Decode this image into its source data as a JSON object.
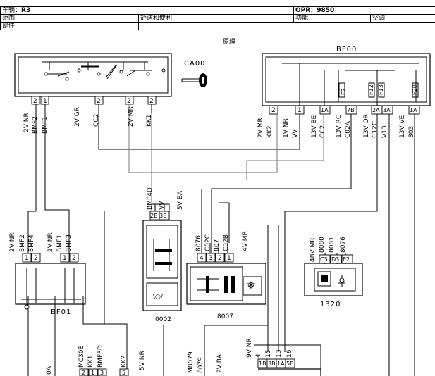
{
  "header": {
    "vehicle_label": "车辆：",
    "vehicle_value": "R3",
    "opr_label": "OPR：",
    "opr_value": "9850",
    "range_label": "范围",
    "range_value": "舒适和便利",
    "function_label": "功能",
    "function_value": "空调",
    "part_label": "部件"
  },
  "diagram_title": "原理",
  "components": {
    "ca00": "CA00",
    "bf00": "BF00",
    "bf01": "BF01",
    "c0002": "0002",
    "b007": "8007",
    "c1320": "1320"
  },
  "fuses": [
    "F2",
    "F12",
    "F13",
    "F20"
  ],
  "ca00_pins": [
    "2",
    "1",
    "2",
    "2",
    "2"
  ],
  "bf00_pins": [
    "2",
    "1",
    "1A",
    "7B",
    "2A",
    "3A",
    "1A"
  ],
  "bf01_pins": [
    "1",
    "2",
    "1",
    "2"
  ],
  "c0002_pins": [
    "2B",
    "3B"
  ],
  "b007_pins": [
    "4",
    "3",
    "2",
    "1"
  ],
  "c1320_pins": [
    "C3",
    "D3",
    "E2"
  ],
  "bottom_pins": [
    "1B",
    "3B",
    "1A",
    "5B"
  ],
  "bottom_left_pins": [
    "2",
    "1",
    "3",
    "5"
  ],
  "wire_labels": {
    "w1": "2V NR",
    "w2": "BMF2",
    "w3": "BMF1",
    "w4": "2V GR",
    "w5": "CC2",
    "w6": "2V MR",
    "w7": "KK1",
    "w8": "2V MR",
    "w9": "KK2",
    "w10": "1V NR",
    "w11": "VV",
    "w12": "13V BE",
    "w13": "CC2",
    "w14": "13V RG",
    "w15": "C02A",
    "w16": "13V OR",
    "w17": "C12C",
    "w18": "V13",
    "w19": "13V VE",
    "w20": "803",
    "w21": "2V NR",
    "w22": "BMF2",
    "w23": "BMF4",
    "w24": "2V NR",
    "w25": "BMF1",
    "w26": "BMF3",
    "w27": "BMF4D",
    "w28": "VV",
    "w29": "5V BA",
    "w30": "8076",
    "w31": "C02C",
    "w32": "807",
    "w33": "C02B",
    "w34": "4V MR",
    "w35": "48V MR",
    "w36": "8080",
    "w37": "8081",
    "w38": "8076",
    "w39": "0A",
    "w40": "MC30E",
    "w41": "KK1",
    "w42": "BMF3D",
    "w43": "KK2",
    "w44": "5V NR",
    "w45": "M8079",
    "w46": "8079",
    "w47": "2V BA",
    "w48": "9V NR",
    "w49": "4",
    "w50": "15",
    "w51": "13",
    "w52": "16"
  }
}
